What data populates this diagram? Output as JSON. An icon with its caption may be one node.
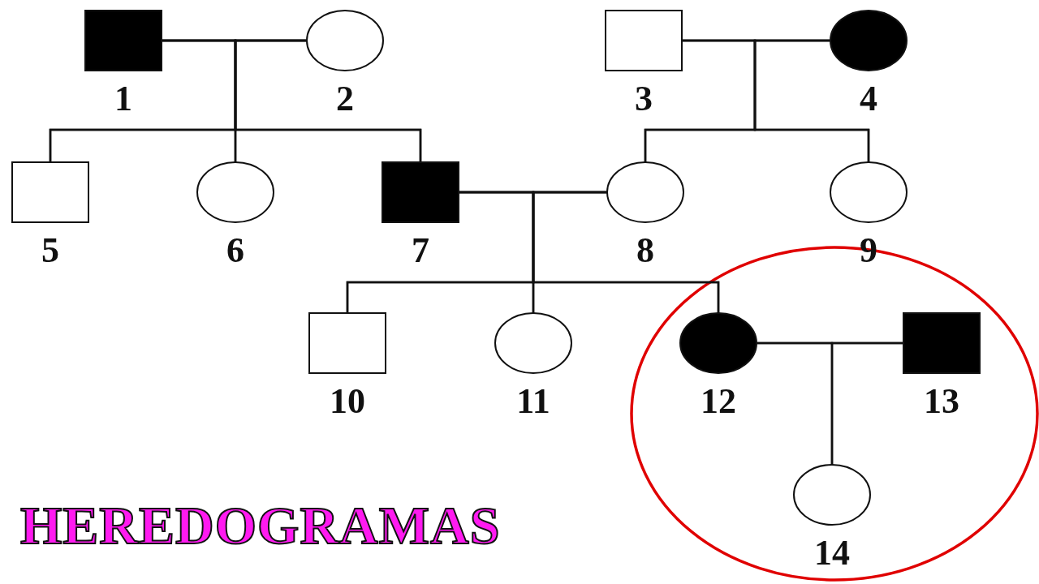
{
  "diagram": {
    "title": "HEREDOGRAMAS",
    "nodes": [
      {
        "text": [
          "1"
        ]
      },
      {
        "text": [
          "2"
        ]
      },
      {
        "text": [
          "3"
        ]
      },
      {
        "text": [
          "4"
        ]
      },
      {
        "text": [
          "5"
        ]
      },
      {
        "text": [
          "6"
        ]
      },
      {
        "text": [
          "7"
        ]
      },
      {
        "text": [
          "8"
        ]
      },
      {
        "text": [
          "9"
        ]
      },
      {
        "text": [
          "10"
        ]
      },
      {
        "text": [
          "11"
        ]
      },
      {
        "text": [
          "12"
        ]
      },
      {
        "text": [
          "13"
        ]
      },
      {
        "text": [
          "14"
        ]
      }
    ],
    "edges": [
      {
        "from": 0,
        "to": 1,
        "arrow": "none"
      },
      {
        "from": 0,
        "to": 4,
        "arrow": "none"
      },
      {
        "from": 0,
        "to": 5,
        "arrow": "none"
      },
      {
        "from": 0,
        "to": 6,
        "arrow": "none"
      },
      {
        "from": 1,
        "to": 4,
        "arrow": "none"
      },
      {
        "from": 1,
        "to": 5,
        "arrow": "none"
      },
      {
        "from": 1,
        "to": 6,
        "arrow": "none"
      },
      {
        "from": 2,
        "to": 3,
        "arrow": "none"
      },
      {
        "from": 2,
        "to": 7,
        "arrow": "none"
      },
      {
        "from": 2,
        "to": 8,
        "arrow": "none"
      },
      {
        "from": 3,
        "to": 7,
        "arrow": "none"
      },
      {
        "from": 3,
        "to": 8,
        "arrow": "none"
      },
      {
        "from": 6,
        "to": 7,
        "arrow": "none"
      },
      {
        "from": 6,
        "to": 9,
        "arrow": "none"
      },
      {
        "from": 6,
        "to": 10,
        "arrow": "none"
      },
      {
        "from": 6,
        "to": 11,
        "arrow": "none"
      },
      {
        "from": 7,
        "to": 9,
        "arrow": "none"
      },
      {
        "from": 7,
        "to": 10,
        "arrow": "none"
      },
      {
        "from": 7,
        "to": 11,
        "arrow": "none"
      },
      {
        "from": 11,
        "to": 12,
        "arrow": "none"
      },
      {
        "from": 11,
        "to": 13,
        "arrow": "none"
      },
      {
        "from": 12,
        "to": 13,
        "arrow": "none"
      }
    ]
  }
}
